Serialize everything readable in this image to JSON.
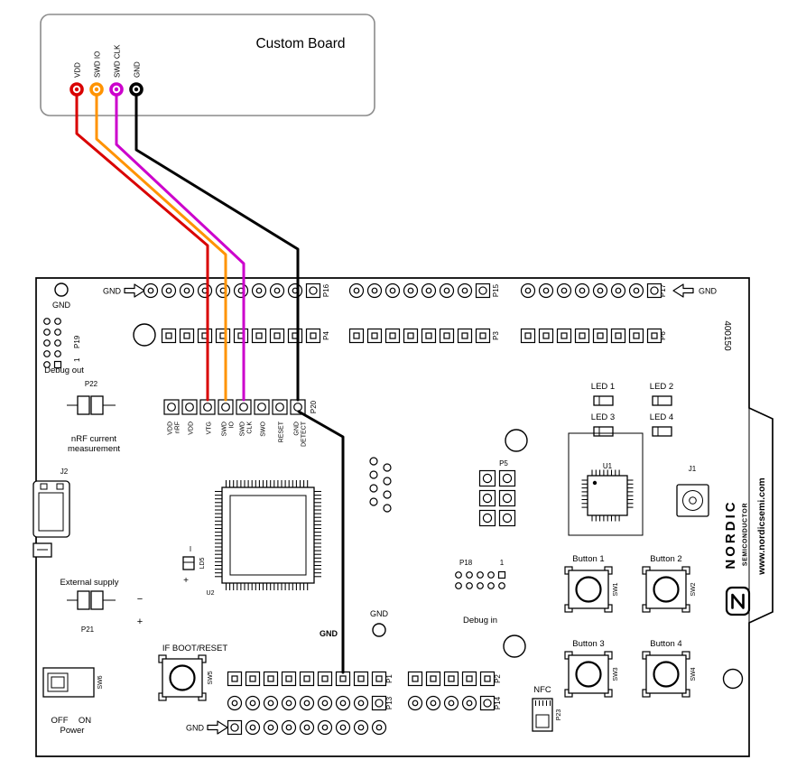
{
  "custom_board": {
    "title": "Custom Board",
    "pins": [
      {
        "label": "VDD",
        "color": "#d90000"
      },
      {
        "label": "SWD IO",
        "color": "#ff9300"
      },
      {
        "label": "SWD CLK",
        "color": "#cc00cc"
      },
      {
        "label": "GND",
        "color": "#000000"
      }
    ]
  },
  "wires": {
    "gnd_label": "GND"
  },
  "board": {
    "part_number": "400150",
    "gnd_top": "GND",
    "gnd_center": "GND",
    "top": {
      "gnd_left": "GND",
      "gnd_right": "GND",
      "headers": [
        {
          "row1": "P16",
          "row2": "P4"
        },
        {
          "row1": "P15",
          "row2": "P3"
        },
        {
          "row1": "P17",
          "row2": "P6"
        }
      ]
    },
    "bottom": {
      "gnd": "GND",
      "headers": [
        {
          "row1": "P1",
          "row2": "P13"
        },
        {
          "row1": "P2",
          "row2": "P14"
        }
      ]
    },
    "debug_out": {
      "label": "Debug out",
      "ref": "P19",
      "pin1": "1"
    },
    "current_measurement": {
      "ref": "P22",
      "line1": "nRF current",
      "line2": "measurement"
    },
    "usb": {
      "ref": "J2"
    },
    "external_supply": {
      "label": "External supply",
      "ref": "P21",
      "plus": "+",
      "minus": "−"
    },
    "power_switch": {
      "ref": "SW6",
      "off": "OFF",
      "on": "ON",
      "label": "Power"
    },
    "reset_button": {
      "label": "IF BOOT/RESET",
      "ref": "SW5"
    },
    "p20": {
      "ref": "P20",
      "pins": [
        {
          "l1": "VDD",
          "l2": "nRF"
        },
        {
          "l1": "VDD"
        },
        {
          "l1": "VTG"
        },
        {
          "l1": "SWD",
          "l2": "IO"
        },
        {
          "l1": "SWD",
          "l2": "CLK"
        },
        {
          "l1": "SWO"
        },
        {
          "l1": "RESET"
        },
        {
          "l1": "GND",
          "l2": "DETECT"
        }
      ]
    },
    "mcu": {
      "ref": "U2",
      "led": "LD5",
      "led_plus": "+",
      "led_mark": "I"
    },
    "p5": {
      "ref": "P5"
    },
    "debug_in": {
      "label": "Debug in",
      "ref": "P18",
      "pin1": "1"
    },
    "leds": [
      {
        "label": "LED 1"
      },
      {
        "label": "LED 2"
      },
      {
        "label": "LED 3"
      },
      {
        "label": "LED 4"
      }
    ],
    "radio": {
      "ref": "U1"
    },
    "antenna": {
      "ref": "J1"
    },
    "buttons": [
      {
        "label": "Button 1",
        "ref": "SW1"
      },
      {
        "label": "Button 2",
        "ref": "SW2"
      },
      {
        "label": "Button 3",
        "ref": "SW3"
      },
      {
        "label": "Button 4",
        "ref": "SW4"
      }
    ],
    "nfc": {
      "label": "NFC",
      "ref": "P23"
    },
    "brand": {
      "name": "NORDIC",
      "sub": "SEMICONDUCTOR",
      "site": "www.nordicsemi.com"
    }
  }
}
